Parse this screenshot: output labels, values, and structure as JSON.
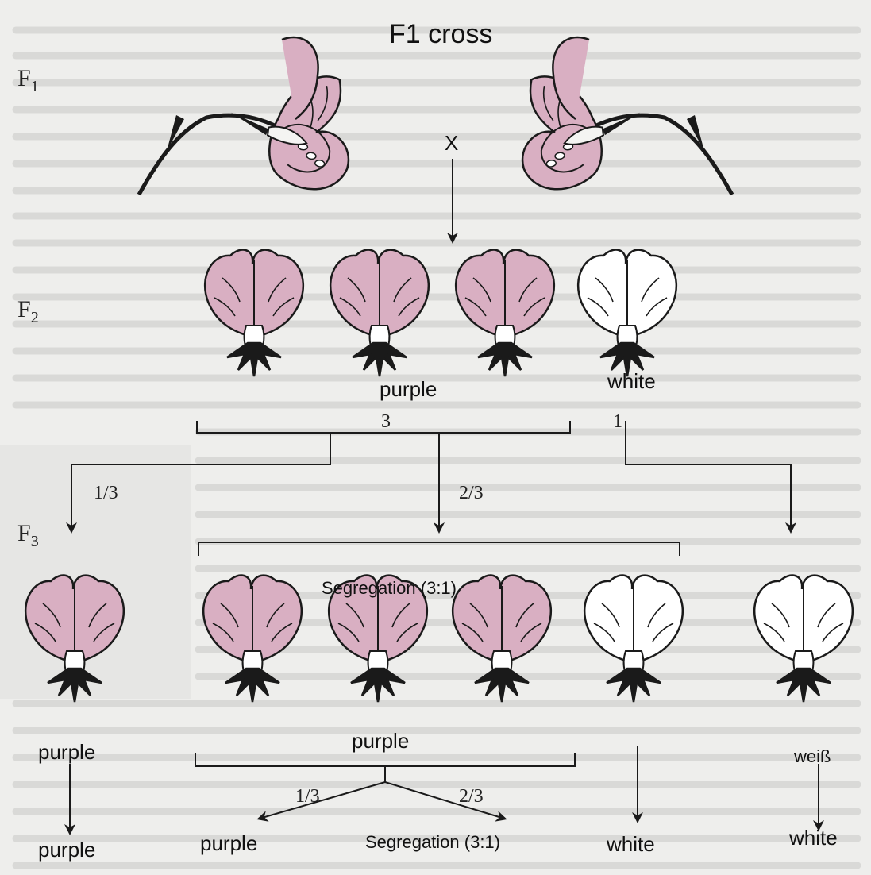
{
  "title": "F1 cross",
  "generations": {
    "f1": {
      "letter": "F",
      "sub": "1"
    },
    "f2": {
      "letter": "F",
      "sub": "2"
    },
    "f3": {
      "letter": "F",
      "sub": "3"
    }
  },
  "cross_symbol": "X",
  "ratios": {
    "three": "3",
    "one": "1",
    "one_third": "1/3",
    "two_thirds": "2/3"
  },
  "labels": {
    "f2_purple": "purple",
    "f2_white": "white",
    "segregation_top": "Segregation (3:1)",
    "f3_purple_left": "purple",
    "f3_purple_mid": "purple",
    "f3_weiss": "weiß",
    "bottom_one_third": "1/3",
    "bottom_two_thirds": "2/3",
    "bottom_purple_left": "purple",
    "bottom_purple_mid": "purple",
    "segregation_bottom": "Segregation (3:1)",
    "bottom_white_mid": "white",
    "bottom_white_right": "white"
  },
  "colors": {
    "purple_petal": "#d9afc2",
    "white_petal": "#ffffff",
    "ink": "#1a1a1a",
    "background": "#eeeeec"
  }
}
